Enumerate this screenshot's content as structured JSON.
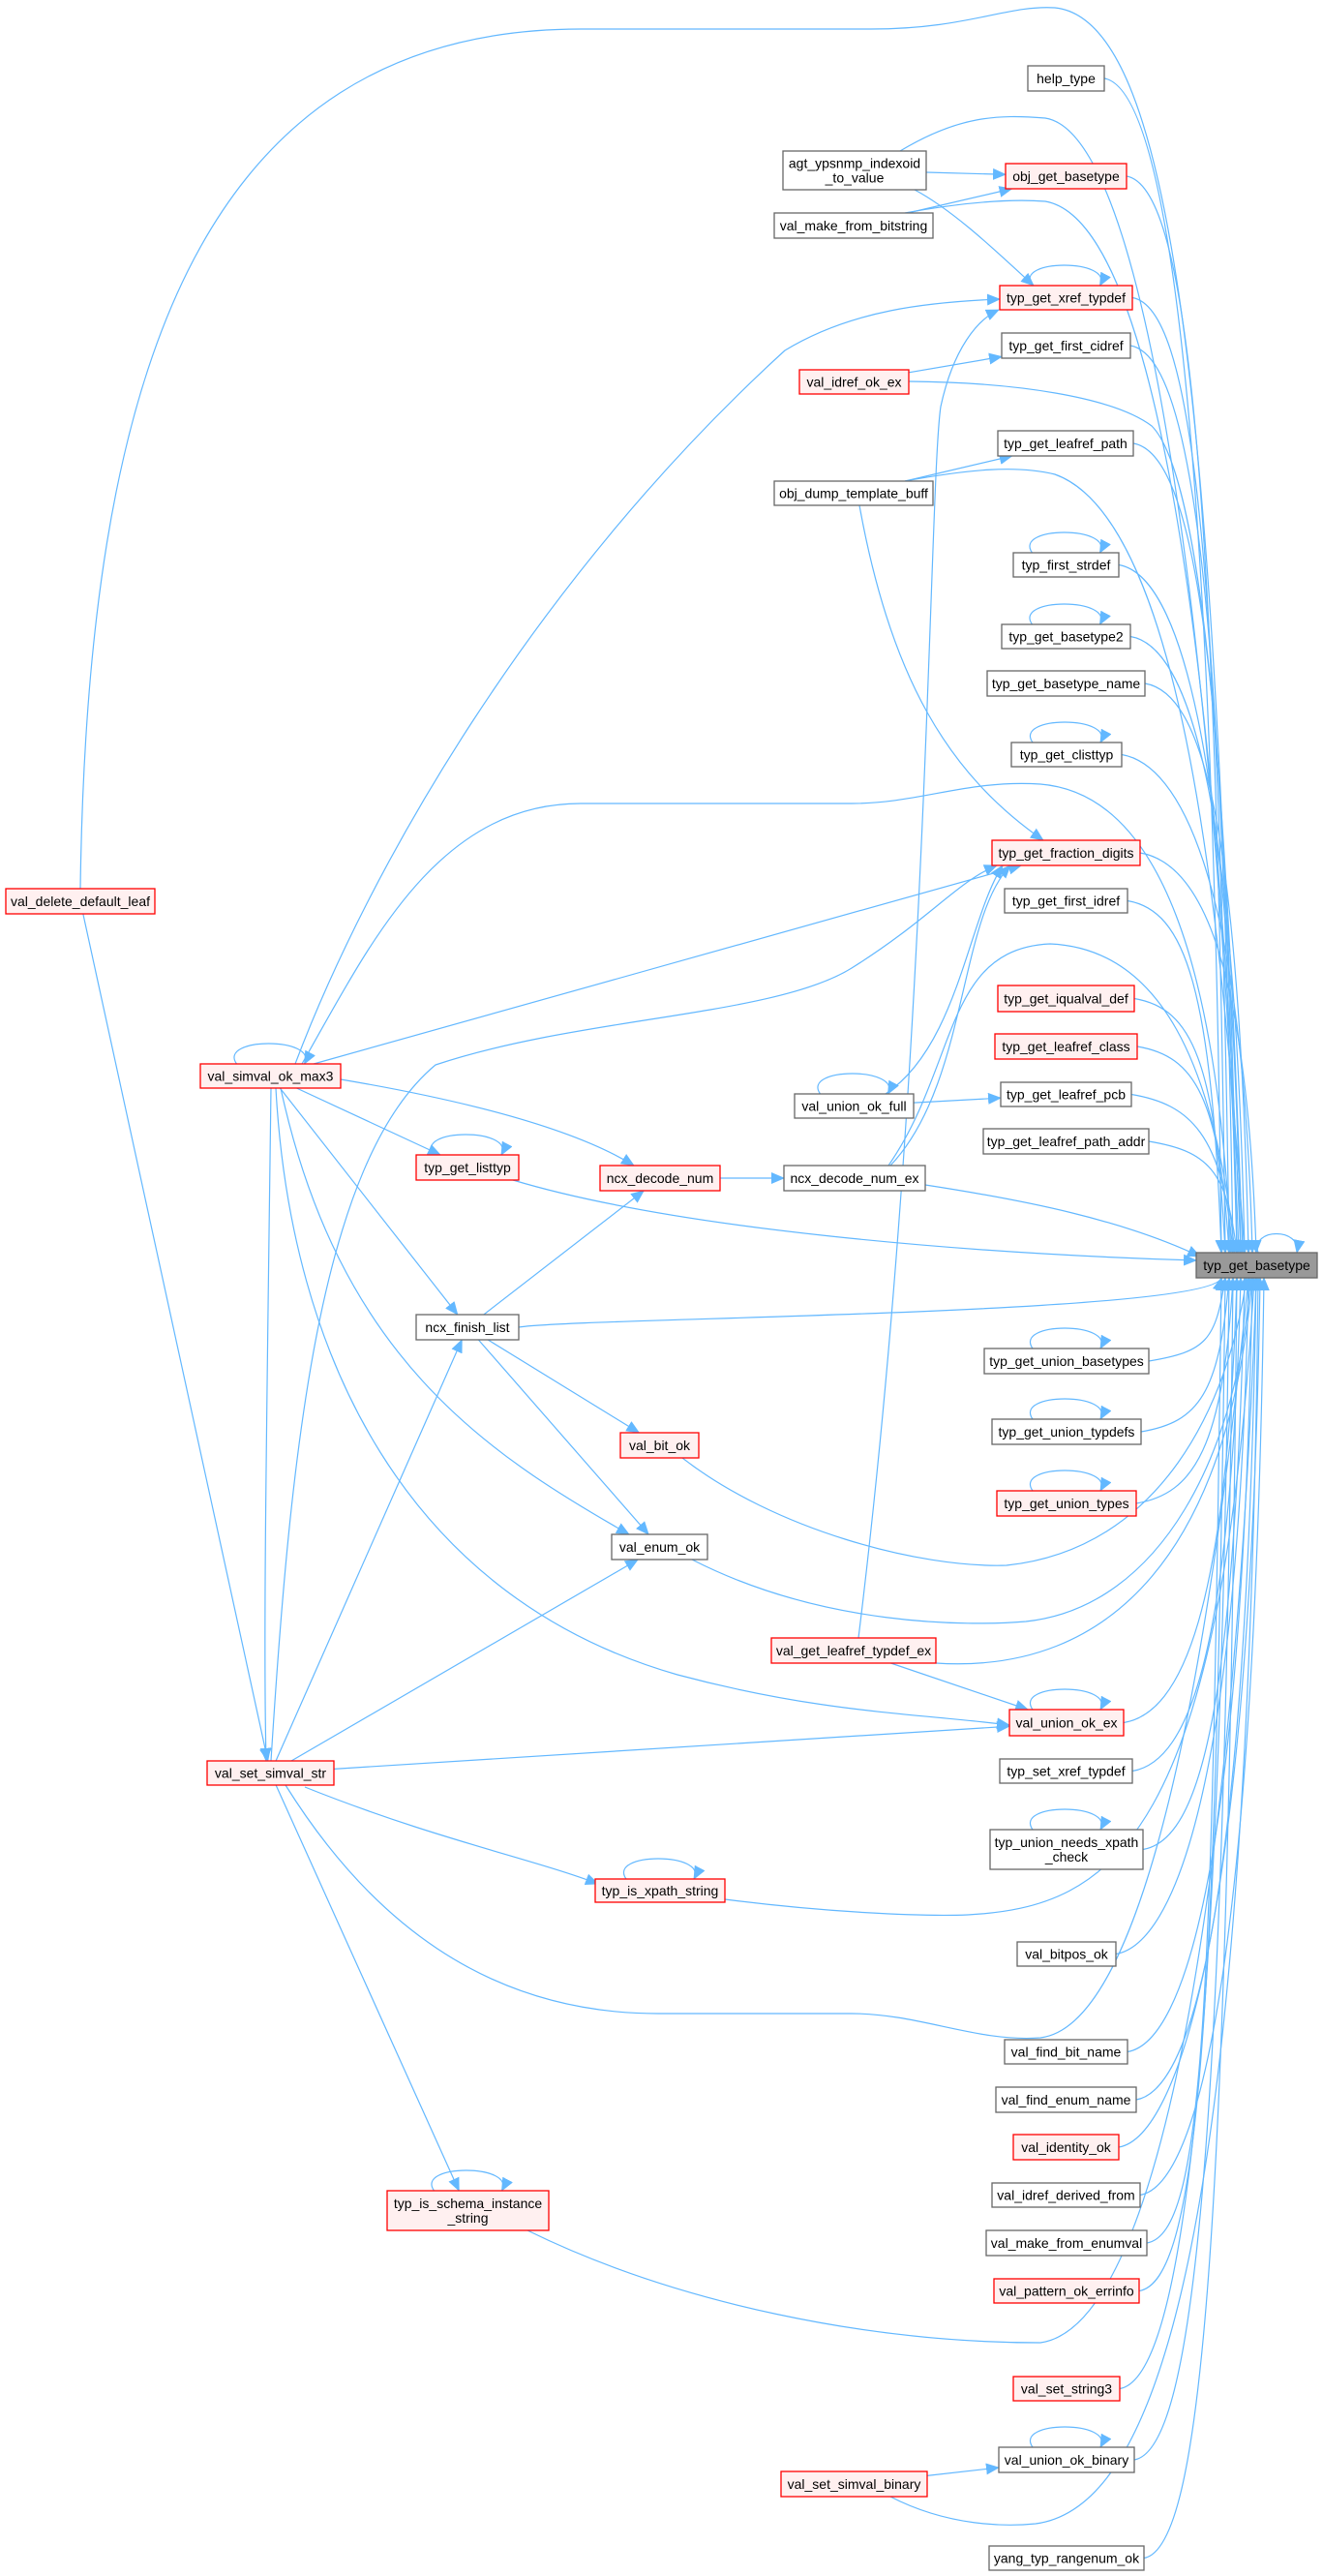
{
  "graph": {
    "root": "typ_get_basetype",
    "colors": {
      "edge": "#63b8ff",
      "red_border": "#ff0000",
      "red_fill": "#fff0f0",
      "normal_border": "#666666",
      "normal_fill": "#ffffff",
      "root_fill": "#999999"
    }
  },
  "nodes": [
    {
      "id": "help_type",
      "lines": [
        "help_type"
      ],
      "style": "normal"
    },
    {
      "id": "agt_ypsnmp_indexoid_to_value",
      "lines": [
        "agt_ypsnmp_indexoid",
        "_to_value"
      ],
      "style": "normal"
    },
    {
      "id": "obj_get_basetype",
      "lines": [
        "obj_get_basetype"
      ],
      "style": "red"
    },
    {
      "id": "val_make_from_bitstring",
      "lines": [
        "val_make_from_bitstring"
      ],
      "style": "normal"
    },
    {
      "id": "typ_get_xref_typdef",
      "lines": [
        "typ_get_xref_typdef"
      ],
      "style": "red"
    },
    {
      "id": "typ_get_first_cidref",
      "lines": [
        "typ_get_first_cidref"
      ],
      "style": "normal"
    },
    {
      "id": "val_idref_ok_ex",
      "lines": [
        "val_idref_ok_ex"
      ],
      "style": "red"
    },
    {
      "id": "typ_get_leafref_path",
      "lines": [
        "typ_get_leafref_path"
      ],
      "style": "normal"
    },
    {
      "id": "obj_dump_template_buff",
      "lines": [
        "obj_dump_template_buff"
      ],
      "style": "normal"
    },
    {
      "id": "typ_first_strdef",
      "lines": [
        "typ_first_strdef"
      ],
      "style": "normal"
    },
    {
      "id": "typ_get_basetype2",
      "lines": [
        "typ_get_basetype2"
      ],
      "style": "normal"
    },
    {
      "id": "typ_get_basetype_name",
      "lines": [
        "typ_get_basetype_name"
      ],
      "style": "normal"
    },
    {
      "id": "typ_get_clisttyp",
      "lines": [
        "typ_get_clisttyp"
      ],
      "style": "normal"
    },
    {
      "id": "typ_get_fraction_digits",
      "lines": [
        "typ_get_fraction_digits"
      ],
      "style": "red"
    },
    {
      "id": "val_delete_default_leaf",
      "lines": [
        "val_delete_default_leaf"
      ],
      "style": "red"
    },
    {
      "id": "typ_get_first_idref",
      "lines": [
        "typ_get_first_idref"
      ],
      "style": "normal"
    },
    {
      "id": "typ_get_iqualval_def",
      "lines": [
        "typ_get_iqualval_def"
      ],
      "style": "red"
    },
    {
      "id": "typ_get_leafref_class",
      "lines": [
        "typ_get_leafref_class"
      ],
      "style": "red"
    },
    {
      "id": "val_simval_ok_max3",
      "lines": [
        "val_simval_ok_max3"
      ],
      "style": "red"
    },
    {
      "id": "val_union_ok_full",
      "lines": [
        "val_union_ok_full"
      ],
      "style": "normal"
    },
    {
      "id": "typ_get_leafref_pcb",
      "lines": [
        "typ_get_leafref_pcb"
      ],
      "style": "normal"
    },
    {
      "id": "typ_get_leafref_path_addr",
      "lines": [
        "typ_get_leafref_path_addr"
      ],
      "style": "normal"
    },
    {
      "id": "typ_get_listtyp",
      "lines": [
        "typ_get_listtyp"
      ],
      "style": "red"
    },
    {
      "id": "ncx_decode_num",
      "lines": [
        "ncx_decode_num"
      ],
      "style": "red"
    },
    {
      "id": "ncx_decode_num_ex",
      "lines": [
        "ncx_decode_num_ex"
      ],
      "style": "normal"
    },
    {
      "id": "typ_get_basetype",
      "lines": [
        "typ_get_basetype"
      ],
      "style": "root"
    },
    {
      "id": "ncx_finish_list",
      "lines": [
        "ncx_finish_list"
      ],
      "style": "normal"
    },
    {
      "id": "typ_get_union_basetypes",
      "lines": [
        "typ_get_union_basetypes"
      ],
      "style": "normal"
    },
    {
      "id": "typ_get_union_typdefs",
      "lines": [
        "typ_get_union_typdefs"
      ],
      "style": "normal"
    },
    {
      "id": "val_bit_ok",
      "lines": [
        "val_bit_ok"
      ],
      "style": "red"
    },
    {
      "id": "typ_get_union_types",
      "lines": [
        "typ_get_union_types"
      ],
      "style": "red"
    },
    {
      "id": "val_enum_ok",
      "lines": [
        "val_enum_ok"
      ],
      "style": "normal"
    },
    {
      "id": "val_get_leafref_typdef_ex",
      "lines": [
        "val_get_leafref_typdef_ex"
      ],
      "style": "red"
    },
    {
      "id": "val_union_ok_ex",
      "lines": [
        "val_union_ok_ex"
      ],
      "style": "red"
    },
    {
      "id": "val_set_simval_str",
      "lines": [
        "val_set_simval_str"
      ],
      "style": "red"
    },
    {
      "id": "typ_set_xref_typdef",
      "lines": [
        "typ_set_xref_typdef"
      ],
      "style": "normal"
    },
    {
      "id": "typ_union_needs_xpath_check",
      "lines": [
        "typ_union_needs_xpath",
        "_check"
      ],
      "style": "normal"
    },
    {
      "id": "typ_is_xpath_string",
      "lines": [
        "typ_is_xpath_string"
      ],
      "style": "red"
    },
    {
      "id": "val_bitpos_ok",
      "lines": [
        "val_bitpos_ok"
      ],
      "style": "normal"
    },
    {
      "id": "val_find_bit_name",
      "lines": [
        "val_find_bit_name"
      ],
      "style": "normal"
    },
    {
      "id": "val_find_enum_name",
      "lines": [
        "val_find_enum_name"
      ],
      "style": "normal"
    },
    {
      "id": "val_identity_ok",
      "lines": [
        "val_identity_ok"
      ],
      "style": "red"
    },
    {
      "id": "val_idref_derived_from",
      "lines": [
        "val_idref_derived_from"
      ],
      "style": "normal"
    },
    {
      "id": "typ_is_schema_instance_string",
      "lines": [
        "typ_is_schema_instance",
        "_string"
      ],
      "style": "red"
    },
    {
      "id": "val_make_from_enumval",
      "lines": [
        "val_make_from_enumval"
      ],
      "style": "normal"
    },
    {
      "id": "val_pattern_ok_errinfo",
      "lines": [
        "val_pattern_ok_errinfo"
      ],
      "style": "red"
    },
    {
      "id": "val_set_string3",
      "lines": [
        "val_set_string3"
      ],
      "style": "red"
    },
    {
      "id": "val_union_ok_binary",
      "lines": [
        "val_union_ok_binary"
      ],
      "style": "normal"
    },
    {
      "id": "val_set_simval_binary",
      "lines": [
        "val_set_simval_binary"
      ],
      "style": "red"
    },
    {
      "id": "yang_typ_rangenum_ok",
      "lines": [
        "yang_typ_rangenum_ok"
      ],
      "style": "normal"
    }
  ],
  "edges": [
    [
      "help_type",
      "typ_get_basetype"
    ],
    [
      "agt_ypsnmp_indexoid_to_value",
      "obj_get_basetype"
    ],
    [
      "agt_ypsnmp_indexoid_to_value",
      "typ_get_xref_typdef"
    ],
    [
      "agt_ypsnmp_indexoid_to_value",
      "typ_get_basetype"
    ],
    [
      "val_make_from_bitstring",
      "obj_get_basetype"
    ],
    [
      "val_make_from_bitstring",
      "typ_get_basetype"
    ],
    [
      "obj_get_basetype",
      "typ_get_basetype"
    ],
    [
      "typ_get_xref_typdef",
      "typ_get_xref_typdef"
    ],
    [
      "typ_get_xref_typdef",
      "typ_get_basetype"
    ],
    [
      "typ_get_first_cidref",
      "typ_get_basetype"
    ],
    [
      "val_idref_ok_ex",
      "typ_get_first_cidref"
    ],
    [
      "val_idref_ok_ex",
      "typ_get_basetype"
    ],
    [
      "typ_get_leafref_path",
      "typ_get_basetype"
    ],
    [
      "obj_dump_template_buff",
      "typ_get_leafref_path"
    ],
    [
      "obj_dump_template_buff",
      "typ_get_fraction_digits"
    ],
    [
      "obj_dump_template_buff",
      "typ_get_basetype"
    ],
    [
      "typ_first_strdef",
      "typ_first_strdef"
    ],
    [
      "typ_first_strdef",
      "typ_get_basetype"
    ],
    [
      "typ_get_basetype2",
      "typ_get_basetype2"
    ],
    [
      "typ_get_basetype2",
      "typ_get_basetype"
    ],
    [
      "typ_get_basetype_name",
      "typ_get_basetype"
    ],
    [
      "typ_get_clisttyp",
      "typ_get_clisttyp"
    ],
    [
      "typ_get_clisttyp",
      "typ_get_basetype"
    ],
    [
      "typ_get_fraction_digits",
      "typ_get_basetype"
    ],
    [
      "val_delete_default_leaf",
      "val_set_simval_str"
    ],
    [
      "val_delete_default_leaf",
      "typ_get_basetype"
    ],
    [
      "typ_get_first_idref",
      "typ_get_basetype"
    ],
    [
      "typ_get_iqualval_def",
      "typ_get_basetype"
    ],
    [
      "typ_get_leafref_class",
      "typ_get_basetype"
    ],
    [
      "val_simval_ok_max3",
      "val_simval_ok_max3"
    ],
    [
      "val_simval_ok_max3",
      "typ_get_xref_typdef"
    ],
    [
      "val_simval_ok_max3",
      "typ_get_fraction_digits"
    ],
    [
      "val_simval_ok_max3",
      "typ_get_basetype"
    ],
    [
      "val_simval_ok_max3",
      "typ_get_listtyp"
    ],
    [
      "val_simval_ok_max3",
      "ncx_decode_num"
    ],
    [
      "val_simval_ok_max3",
      "ncx_finish_list"
    ],
    [
      "val_simval_ok_max3",
      "val_enum_ok"
    ],
    [
      "val_simval_ok_max3",
      "val_union_ok_ex"
    ],
    [
      "val_simval_ok_max3",
      "val_set_simval_str"
    ],
    [
      "val_union_ok_full",
      "val_union_ok_full"
    ],
    [
      "val_union_ok_full",
      "typ_get_leafref_pcb"
    ],
    [
      "val_union_ok_full",
      "typ_get_fraction_digits"
    ],
    [
      "val_union_ok_full",
      "typ_get_basetype"
    ],
    [
      "typ_get_leafref_pcb",
      "typ_get_basetype"
    ],
    [
      "typ_get_leafref_path_addr",
      "typ_get_basetype"
    ],
    [
      "typ_get_listtyp",
      "typ_get_listtyp"
    ],
    [
      "typ_get_listtyp",
      "typ_get_basetype"
    ],
    [
      "ncx_decode_num",
      "ncx_decode_num_ex"
    ],
    [
      "ncx_decode_num_ex",
      "typ_get_fraction_digits"
    ],
    [
      "ncx_decode_num_ex",
      "typ_get_basetype"
    ],
    [
      "typ_get_basetype",
      "typ_get_basetype"
    ],
    [
      "ncx_finish_list",
      "ncx_decode_num"
    ],
    [
      "ncx_finish_list",
      "typ_get_basetype"
    ],
    [
      "ncx_finish_list",
      "val_bit_ok"
    ],
    [
      "ncx_finish_list",
      "val_enum_ok"
    ],
    [
      "typ_get_union_basetypes",
      "typ_get_union_basetypes"
    ],
    [
      "typ_get_union_basetypes",
      "typ_get_basetype"
    ],
    [
      "typ_get_union_typdefs",
      "typ_get_union_typdefs"
    ],
    [
      "typ_get_union_typdefs",
      "typ_get_basetype"
    ],
    [
      "val_bit_ok",
      "typ_get_basetype"
    ],
    [
      "typ_get_union_types",
      "typ_get_union_types"
    ],
    [
      "typ_get_union_types",
      "typ_get_basetype"
    ],
    [
      "val_enum_ok",
      "typ_get_basetype"
    ],
    [
      "val_get_leafref_typdef_ex",
      "typ_get_xref_typdef"
    ],
    [
      "val_get_leafref_typdef_ex",
      "val_union_ok_ex"
    ],
    [
      "val_get_leafref_typdef_ex",
      "typ_get_basetype"
    ],
    [
      "val_union_ok_ex",
      "val_union_ok_ex"
    ],
    [
      "val_union_ok_ex",
      "typ_get_basetype"
    ],
    [
      "val_set_simval_str",
      "typ_get_fraction_digits"
    ],
    [
      "val_set_simval_str",
      "ncx_finish_list"
    ],
    [
      "val_set_simval_str",
      "val_enum_ok"
    ],
    [
      "val_set_simval_str",
      "val_union_ok_ex"
    ],
    [
      "val_set_simval_str",
      "typ_is_xpath_string"
    ],
    [
      "val_set_simval_str",
      "typ_is_schema_instance_string"
    ],
    [
      "val_set_simval_str",
      "typ_get_basetype"
    ],
    [
      "typ_set_xref_typdef",
      "typ_get_basetype"
    ],
    [
      "typ_union_needs_xpath_check",
      "typ_union_needs_xpath_check"
    ],
    [
      "typ_union_needs_xpath_check",
      "typ_get_basetype"
    ],
    [
      "typ_is_xpath_string",
      "typ_is_xpath_string"
    ],
    [
      "typ_is_xpath_string",
      "typ_get_basetype"
    ],
    [
      "val_bitpos_ok",
      "typ_get_basetype"
    ],
    [
      "val_find_bit_name",
      "typ_get_basetype"
    ],
    [
      "val_find_enum_name",
      "typ_get_basetype"
    ],
    [
      "val_identity_ok",
      "typ_get_basetype"
    ],
    [
      "val_idref_derived_from",
      "typ_get_basetype"
    ],
    [
      "typ_is_schema_instance_string",
      "typ_is_schema_instance_string"
    ],
    [
      "typ_is_schema_instance_string",
      "typ_get_basetype"
    ],
    [
      "val_make_from_enumval",
      "typ_get_basetype"
    ],
    [
      "val_pattern_ok_errinfo",
      "typ_get_basetype"
    ],
    [
      "val_set_string3",
      "typ_get_basetype"
    ],
    [
      "val_union_ok_binary",
      "val_union_ok_binary"
    ],
    [
      "val_union_ok_binary",
      "typ_get_basetype"
    ],
    [
      "val_set_simval_binary",
      "val_union_ok_binary"
    ],
    [
      "val_set_simval_binary",
      "typ_get_basetype"
    ],
    [
      "yang_typ_rangenum_ok",
      "typ_get_basetype"
    ]
  ]
}
